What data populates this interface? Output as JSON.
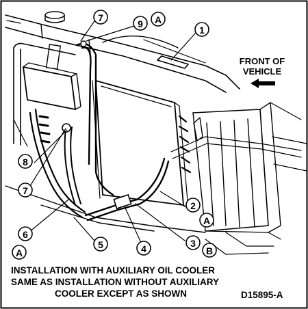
{
  "callouts": {
    "c1": "1",
    "c2": "2",
    "c3": "3",
    "c4": "4",
    "c5": "5",
    "c6": "6",
    "c7_top": "7",
    "c7_left": "7",
    "c8": "8",
    "c9": "9",
    "a_top": "A",
    "a_right": "A",
    "a_left": "A",
    "b_right": "B"
  },
  "front_label": {
    "line1": "FRONT OF",
    "line2": "VEHICLE"
  },
  "caption": {
    "line1": "INSTALLATION WITH AUXILIARY OIL COOLER",
    "line2": "SAME AS INSTALLATION WITHOUT AUXILIARY",
    "line3": "COOLER EXCEPT AS SHOWN"
  },
  "figure_id": "D15895-A",
  "colors": {
    "ink": "#000000",
    "paper": "#ffffff"
  }
}
